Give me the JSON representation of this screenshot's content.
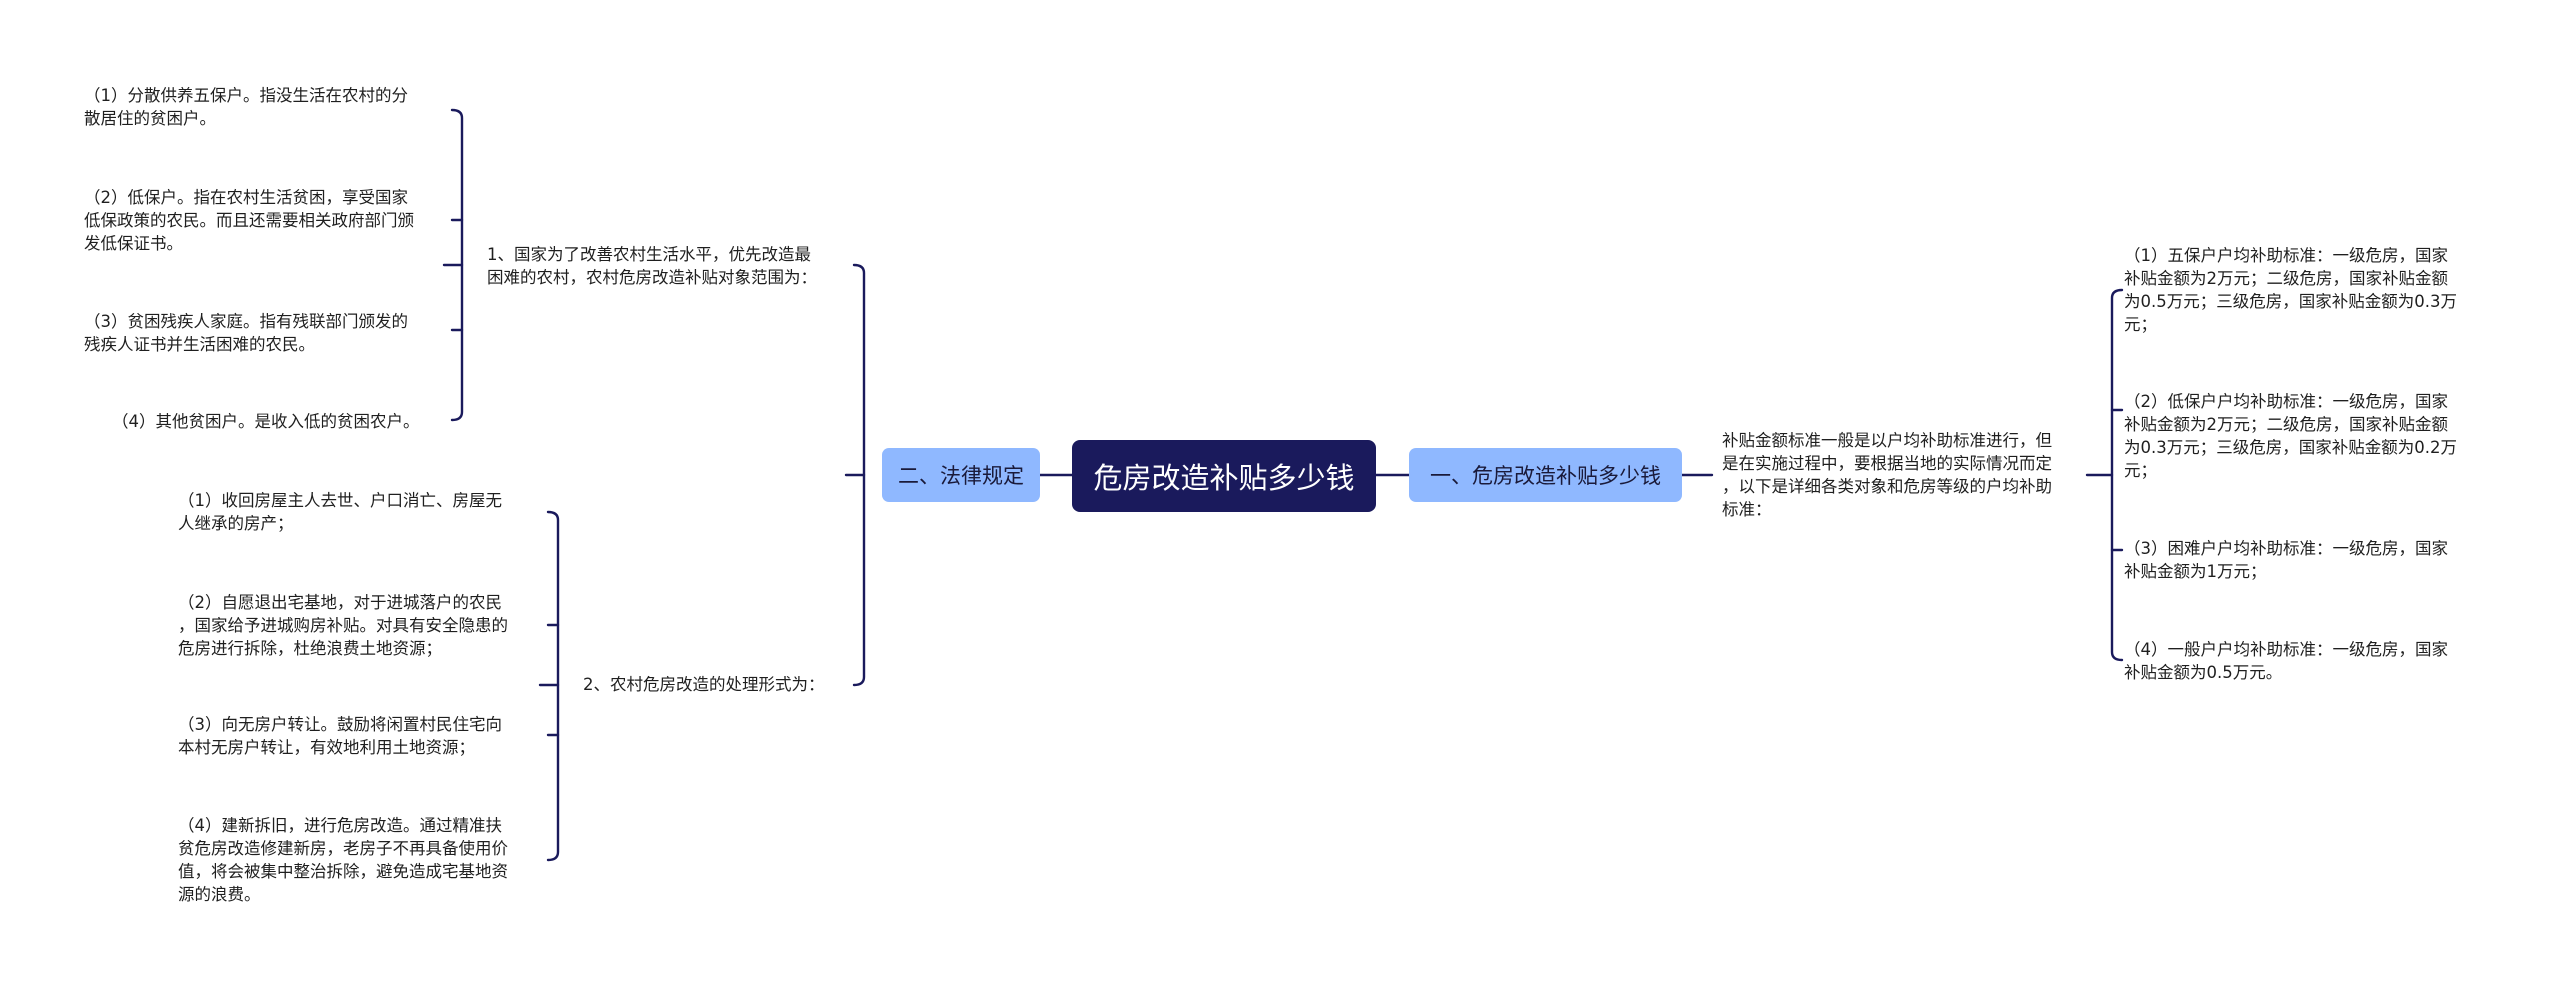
{
  "center": {
    "title": "危房改造补贴多少钱"
  },
  "right_branch": {
    "label": "一、危房改造补贴多少钱",
    "sub": "补贴金额标准一般是以户均补助标准进行，但\n是在实施过程中，要根据当地的实际情况而定\n，以下是详细各类对象和危房等级的户均补助\n标准：",
    "items": [
      "（1）五保户户均补助标准：一级危房，国家\n补贴金额为2万元；二级危房，国家补贴金额\n为0.5万元；三级危房，国家补贴金额为0.3万\n元；",
      "（2）低保户户均补助标准：一级危房，国家\n补贴金额为2万元；二级危房，国家补贴金额\n为0.3万元；三级危房，国家补贴金额为0.2万\n元；",
      "（3）困难户户均补助标准：一级危房，国家\n补贴金额为1万元；",
      "（4）一般户户均补助标准：一级危房，国家\n补贴金额为0.5万元。"
    ]
  },
  "left_branch": {
    "label": "二、法律规定",
    "sub1": {
      "text": "1、国家为了改善农村生活水平，优先改造最\n困难的农村，农村危房改造补贴对象范围为：",
      "items": [
        "（1）分散供养五保户。指没生活在农村的分\n散居住的贫困户。",
        "（2）低保户。指在农村生活贫困，享受国家\n低保政策的农民。而且还需要相关政府部门颁\n发低保证书。",
        "（3）贫困残疾人家庭。指有残联部门颁发的\n残疾人证书并生活困难的农民。",
        "（4）其他贫困户。是收入低的贫困农户。"
      ]
    },
    "sub2": {
      "text": "2、农村危房改造的处理形式为：",
      "items": [
        "（1）收回房屋主人去世、户口消亡、房屋无\n人继承的房产；",
        "（2）自愿退出宅基地，对于进城落户的农民\n，国家给予进城购房补贴。对具有安全隐患的\n危房进行拆除，杜绝浪费土地资源；",
        "（3）向无房户转让。鼓励将闲置村民住宅向\n本村无房户转让，有效地利用土地资源；",
        "（4）建新拆旧，进行危房改造。通过精准扶\n贫危房改造修建新房，老房子不再具备使用价\n值，将会被集中整治拆除，避免造成宅基地资\n源的浪费。"
      ]
    }
  },
  "colors": {
    "line": "#1a1a5c",
    "center_bg": "#1a1a5c",
    "branch_bg": "#8fb8ff"
  }
}
